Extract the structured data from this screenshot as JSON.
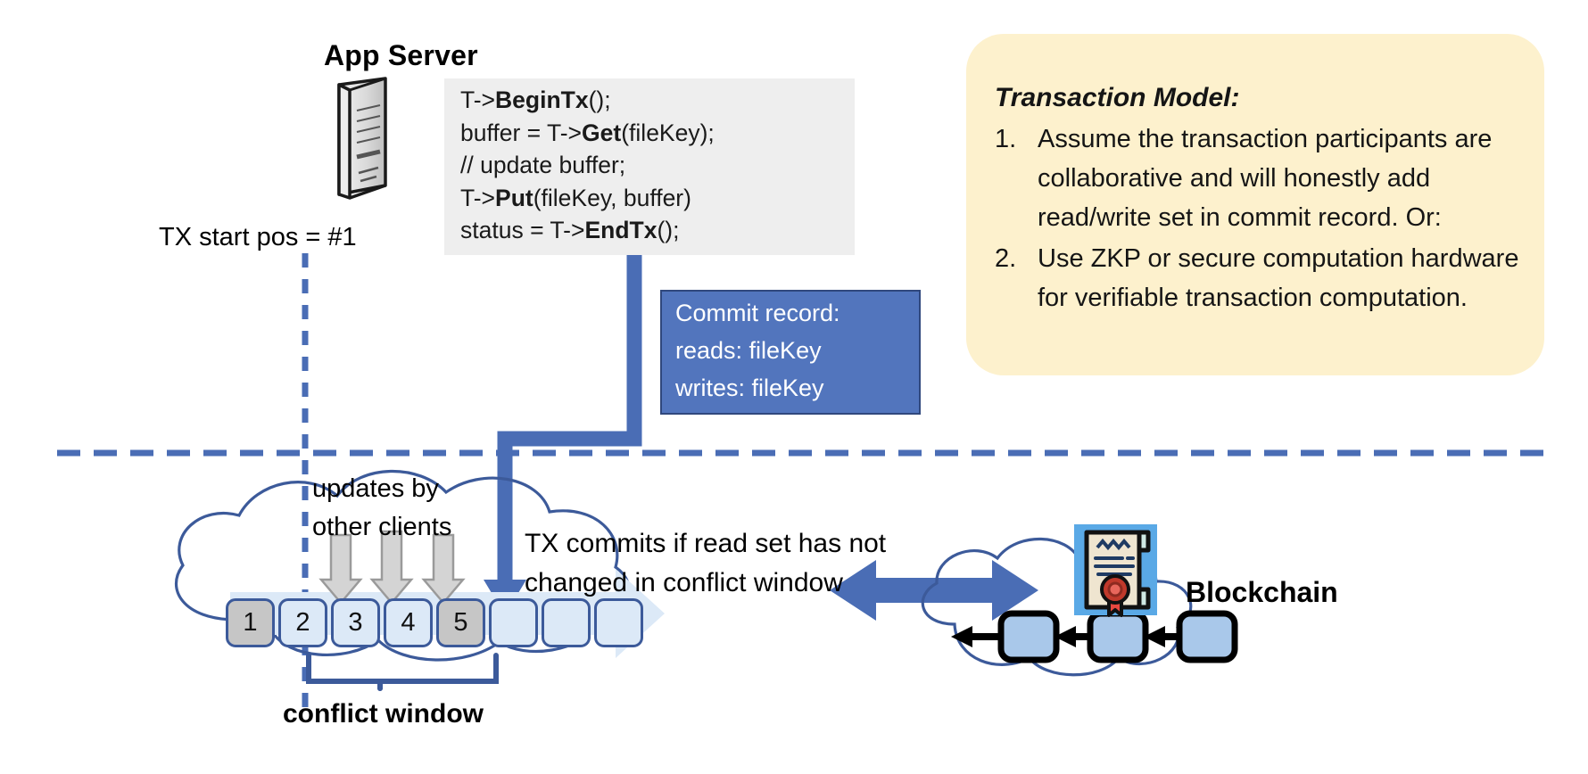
{
  "app_server": {
    "title": "App Server",
    "icon": "server-icon",
    "code_lines": [
      [
        {
          "t": "T->",
          "b": false
        },
        {
          "t": "BeginTx",
          "b": true
        },
        {
          "t": "();",
          "b": false
        }
      ],
      [
        {
          "t": "buffer = T->",
          "b": false
        },
        {
          "t": "Get",
          "b": true
        },
        {
          "t": "(fileKey);",
          "b": false
        }
      ],
      [
        {
          "t": "// update buffer;",
          "b": false
        }
      ],
      [
        {
          "t": "T->",
          "b": false
        },
        {
          "t": "Put",
          "b": true
        },
        {
          "t": "(fileKey, buffer)",
          "b": false
        }
      ],
      [
        {
          "t": "status = T->",
          "b": false
        },
        {
          "t": "EndTx",
          "b": true
        },
        {
          "t": "();",
          "b": false
        }
      ]
    ]
  },
  "commit_record": {
    "lines": [
      "Commit record:",
      "reads: fileKey",
      "writes: fileKey"
    ],
    "fill": "#5275bd",
    "border": "#30487d"
  },
  "transaction_model": {
    "title": "Transaction Model:",
    "fill": "#fdf1cd",
    "items": [
      {
        "num": "1.",
        "text": "Assume the transaction participants are collaborative and will honestly add read/write set in commit record.  Or:"
      },
      {
        "num": "2.",
        "text": "Use ZKP or secure computation hardware for verifiable transaction computation."
      }
    ]
  },
  "labels": {
    "tx_start_pos": "TX start pos = #1",
    "updates_by_other_clients": [
      "updates by",
      "other clients"
    ],
    "tx_commits": [
      "TX commits if read set has not",
      "changed in conflict window"
    ],
    "conflict_window": "conflict window",
    "blockchain": "Blockchain"
  },
  "ledger": {
    "blocks": [
      {
        "label": "1",
        "state": "grey"
      },
      {
        "label": "2",
        "state": "lit"
      },
      {
        "label": "3",
        "state": "lit"
      },
      {
        "label": "4",
        "state": "lit"
      },
      {
        "label": "5",
        "state": "grey"
      },
      {
        "label": "",
        "state": "lit"
      },
      {
        "label": "",
        "state": "lit"
      },
      {
        "label": "",
        "state": "lit"
      }
    ],
    "update_arrow_count": 3
  },
  "blockchain": {
    "block_count": 3,
    "contract_icon": "certificate-icon",
    "block_fill": "#a9c8ea"
  },
  "colors": {
    "accent_blue": "#4a6db5",
    "dashed_blue": "#4a6db5",
    "cloud_stroke": "#3c5a9a",
    "light_blue": "#dce9f7",
    "grey_block": "#c6c6c6",
    "code_bg": "#eeeeee",
    "callout_bg": "#fdf1cd"
  }
}
